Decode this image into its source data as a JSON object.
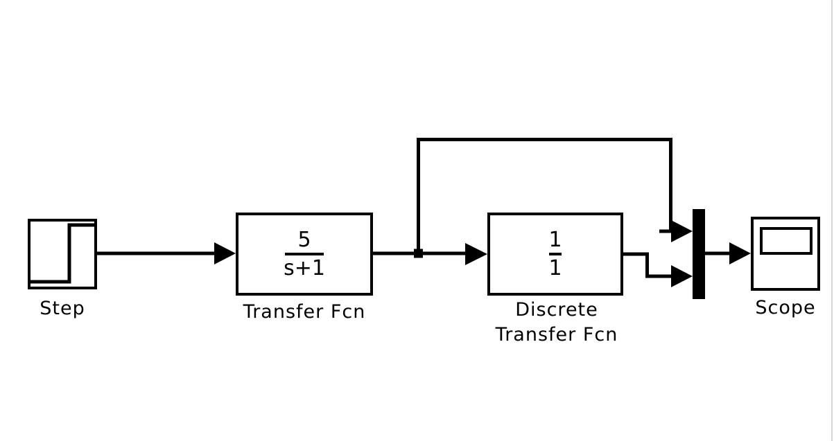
{
  "canvas": {
    "background": "#ffffff",
    "ink_color": "#000000",
    "edge_line_color": "#d6d6d6"
  },
  "blocks": {
    "step": {
      "label": "Step"
    },
    "transfer_fcn": {
      "label": "Transfer Fcn",
      "numerator": "5",
      "denominator": "s+1"
    },
    "discrete_transfer_fcn": {
      "label_line1": "Discrete",
      "label_line2": "Transfer Fcn",
      "numerator": "1",
      "denominator": "1"
    },
    "mux": {
      "type": "Mux",
      "inputs": 2,
      "outputs": 1
    },
    "scope": {
      "label": "Scope"
    }
  },
  "connections": [
    {
      "from": "step",
      "to": "transfer_fcn"
    },
    {
      "from": "transfer_fcn",
      "to": "discrete_transfer_fcn",
      "note": "branch point on this line"
    },
    {
      "from": "transfer_fcn",
      "to": "mux",
      "port": "in1",
      "route": "feedforward over top of diagram"
    },
    {
      "from": "discrete_transfer_fcn",
      "to": "mux",
      "port": "in2"
    },
    {
      "from": "mux",
      "to": "scope"
    }
  ]
}
